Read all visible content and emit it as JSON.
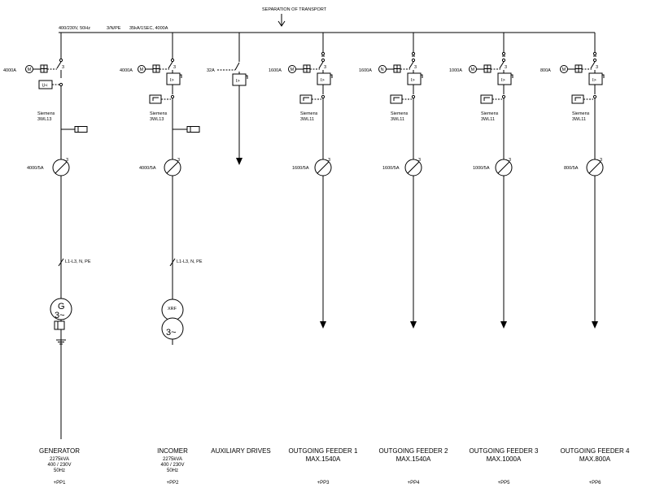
{
  "bus": {
    "header_title": "SEPARATION OF TRANSPORT",
    "voltage": "400/230V, 50Hz",
    "system": "3/N/PE",
    "rating": "35kA/1SEC, 4000A"
  },
  "feeders": [
    {
      "id": "gen",
      "rating": "4000A",
      "motor_op": "M",
      "breaker_brand": "Siemens",
      "breaker_model": "3WL13",
      "ct": "4000/5A",
      "ct_count": "3",
      "pole_count": "3",
      "cable": "L1-L3, N, PE",
      "source_letter": "G",
      "source_sub": "3~",
      "title": "GENERATOR",
      "lines": [
        "2275kVA",
        "400 / 230V",
        "50Hz"
      ],
      "panel": "+PP1"
    },
    {
      "id": "inc",
      "rating": "4000A",
      "motor_op": "M",
      "breaker_brand": "Siemens",
      "breaker_model": "3WL13",
      "ct": "4000/5A",
      "ct_count": "3",
      "pole_count": "3",
      "cable": "L1-L3, N, PE",
      "source_letter": "XRF",
      "source_sub": "3~",
      "title": "INCOMER",
      "lines": [
        "2275kVA",
        "400 / 230V",
        "50Hz"
      ],
      "panel": "+PP2"
    },
    {
      "id": "aux",
      "rating": "32A",
      "title": "AUXILIARY DRIVES"
    },
    {
      "id": "of1",
      "rating": "1600A",
      "motor_op": "M",
      "breaker_brand": "Siemens",
      "breaker_model": "3WL11",
      "ct": "1600/5A",
      "ct_count": "3",
      "pole_count": "3",
      "title": "OUTGOING FEEDER 1",
      "max": "MAX.1540A",
      "panel": "+PP3"
    },
    {
      "id": "of2",
      "rating": "1600A",
      "motor_op": "N",
      "breaker_brand": "Siemens",
      "breaker_model": "3WL11",
      "ct": "1600/5A",
      "ct_count": "3",
      "pole_count": "3",
      "title": "OUTGOING FEEDER 2",
      "max": "MAX.1540A",
      "panel": "+PP4"
    },
    {
      "id": "of3",
      "rating": "1000A",
      "motor_op": "M",
      "breaker_brand": "Siemens",
      "breaker_model": "3WL11",
      "ct": "1000/5A",
      "ct_count": "3",
      "pole_count": "3",
      "title": "OUTGOING FEEDER 3",
      "max": "MAX.1000A",
      "panel": "+PP5"
    },
    {
      "id": "of4",
      "rating": "800A",
      "motor_op": "M",
      "breaker_brand": "Siemens",
      "breaker_model": "3WL11",
      "ct": "800/5A",
      "ct_count": "3",
      "pole_count": "3",
      "title": "OUTGOING FEEDER 4",
      "max": "MAX.800A",
      "panel": "+PP6"
    }
  ],
  "symbols": {
    "undervoltage": "U<",
    "overcurrent": "I>"
  }
}
